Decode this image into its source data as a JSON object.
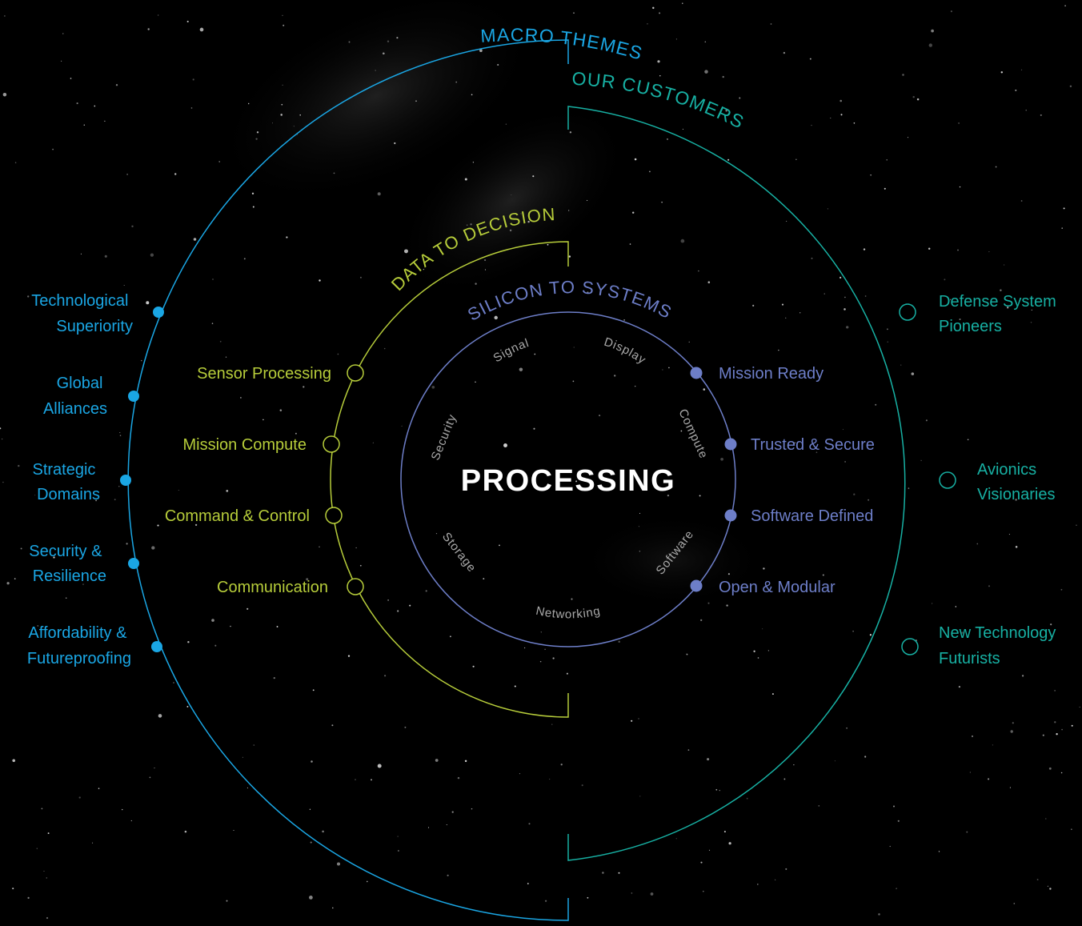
{
  "colors": {
    "background": "#000000",
    "macro": "#1aa6e4",
    "customers": "#17b0a3",
    "decision": "#b6cc3a",
    "systems": "#6d7ec8",
    "center_text": "#ffffff",
    "core_words": "#a9a9a9"
  },
  "center": {
    "title": "PROCESSING"
  },
  "rings": {
    "macro_themes": {
      "title": "MACRO THEMES",
      "items": [
        {
          "label_line1": "Technological",
          "label_line2": "Superiority"
        },
        {
          "label_line1": "Global",
          "label_line2": "Alliances"
        },
        {
          "label_line1": "Strategic",
          "label_line2": "Domains"
        },
        {
          "label_line1": "Security &",
          "label_line2": "Resilience"
        },
        {
          "label_line1": "Affordability &",
          "label_line2": "Futureproofing"
        }
      ]
    },
    "our_customers": {
      "title": "OUR CUSTOMERS",
      "items": [
        {
          "label_line1": "Defense System",
          "label_line2": "Pioneers"
        },
        {
          "label_line1": "Avionics",
          "label_line2": "Visionaries"
        },
        {
          "label_line1": "New Technology",
          "label_line2": "Futurists"
        }
      ]
    },
    "data_to_decision": {
      "title": "DATA TO DECISION",
      "items": [
        {
          "label": "Sensor Processing"
        },
        {
          "label": "Mission Compute"
        },
        {
          "label": "Command & Control"
        },
        {
          "label": "Communication"
        }
      ]
    },
    "silicon_to_systems": {
      "title": "SILICON TO SYSTEMS",
      "items": [
        {
          "label": "Mission Ready"
        },
        {
          "label": "Trusted & Secure"
        },
        {
          "label": "Software Defined"
        },
        {
          "label": "Open & Modular"
        }
      ]
    },
    "core": {
      "words": [
        "Signal",
        "Display",
        "Compute",
        "Software",
        "Networking",
        "Storage",
        "Security"
      ]
    }
  }
}
